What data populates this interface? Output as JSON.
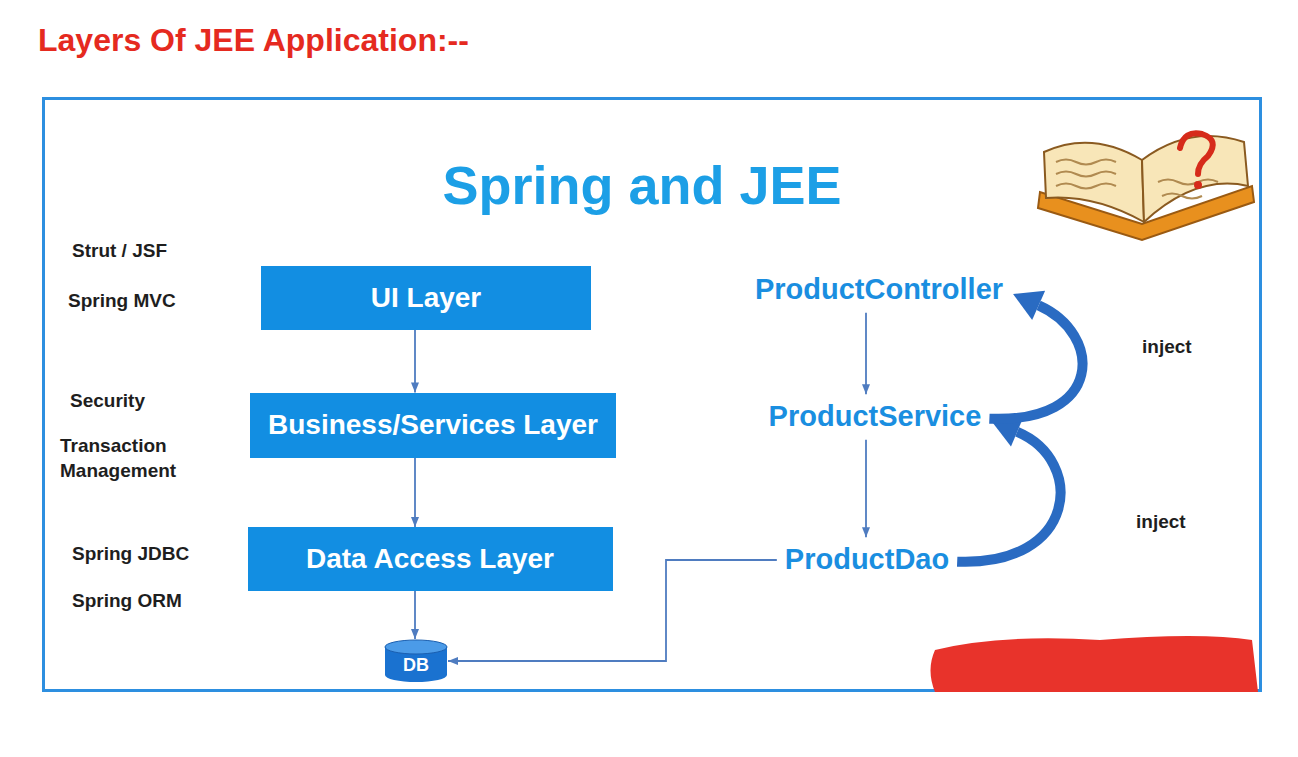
{
  "diagram": {
    "title": "Layers Of JEE Application:--",
    "nodes": [
      {
        "text": [
          "UI Layer"
        ]
      },
      {
        "text": [
          "Business/Services Layer"
        ]
      },
      {
        "text": [
          "Data Access Layer"
        ]
      },
      {
        "text": [
          "DB"
        ]
      },
      {
        "text": [
          "ProductController"
        ]
      },
      {
        "text": [
          "ProductService"
        ]
      },
      {
        "text": [
          "ProductDao"
        ]
      }
    ],
    "edges": [
      {
        "from": 0,
        "to": 1,
        "arrow": "to"
      },
      {
        "from": 1,
        "to": 2,
        "arrow": "to"
      },
      {
        "from": 2,
        "to": 3,
        "arrow": "to"
      },
      {
        "from": 4,
        "to": 5,
        "arrow": "to"
      },
      {
        "from": 5,
        "to": 6,
        "arrow": "to"
      },
      {
        "from": 6,
        "to": 3,
        "arrow": "to"
      },
      {
        "from": 6,
        "to": 5,
        "arrow": "to",
        "label": "inject"
      },
      {
        "from": 5,
        "to": 4,
        "arrow": "to",
        "label": "inject"
      }
    ],
    "labels": [
      "Spring and JEE",
      "Strut / JSF",
      "Spring MVC",
      "Security",
      "Transaction Management",
      "Spring JDBC",
      "Spring ORM"
    ]
  }
}
